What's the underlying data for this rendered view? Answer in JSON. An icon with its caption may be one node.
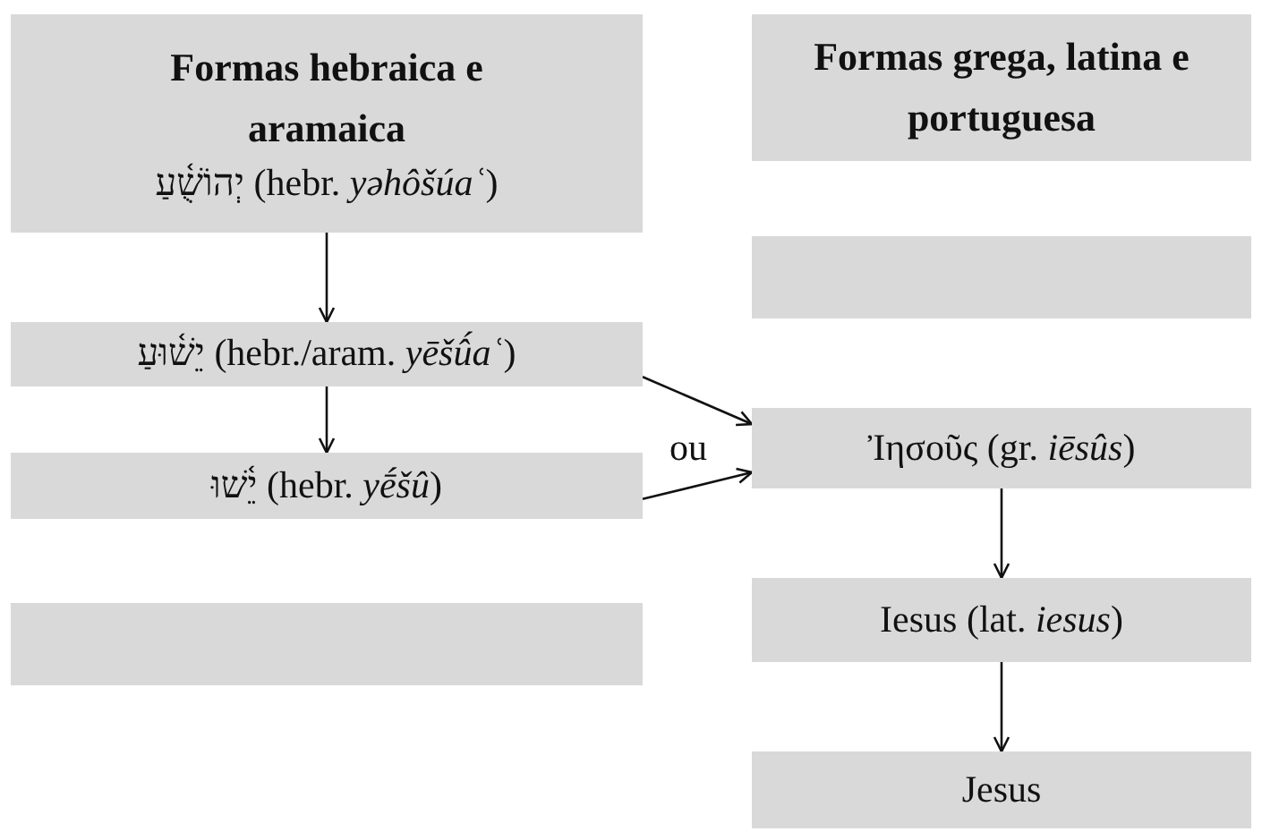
{
  "diagram": {
    "nodes": [
      {
        "text": [
          "Formas hebraica e aramaica",
          "יְהוֹשֻׁ֫עַ (hebr. *yəhôšúaʿ*)"
        ]
      },
      {
        "text": [
          "יֵשׁ֫וּעַ (hebr./aram. *yēšû́aʿ*)"
        ]
      },
      {
        "text": [
          "יֵ֫שׁוּ (hebr. *yḗšû*)"
        ]
      },
      {
        "text": [],
        "shape": "box"
      },
      {
        "text": [
          "Formas grega, latina e portuguesa"
        ]
      },
      {
        "text": [],
        "shape": "box"
      },
      {
        "text": [
          "Ἰησοῦς (gr. *iēsûs*)"
        ]
      },
      {
        "text": [
          "Iesus (lat. *iesus*)"
        ]
      },
      {
        "text": [
          "Jesus"
        ]
      }
    ],
    "edges": [
      {
        "from": 0,
        "to": 1,
        "arrow": "to"
      },
      {
        "from": 1,
        "to": 2,
        "arrow": "to"
      },
      {
        "from": 1,
        "to": 6,
        "arrow": "to"
      },
      {
        "from": 2,
        "to": 6,
        "arrow": "to"
      },
      {
        "from": 6,
        "to": 7,
        "arrow": "to"
      },
      {
        "from": 7,
        "to": 8,
        "arrow": "to"
      }
    ],
    "labels": [
      "ou"
    ]
  }
}
